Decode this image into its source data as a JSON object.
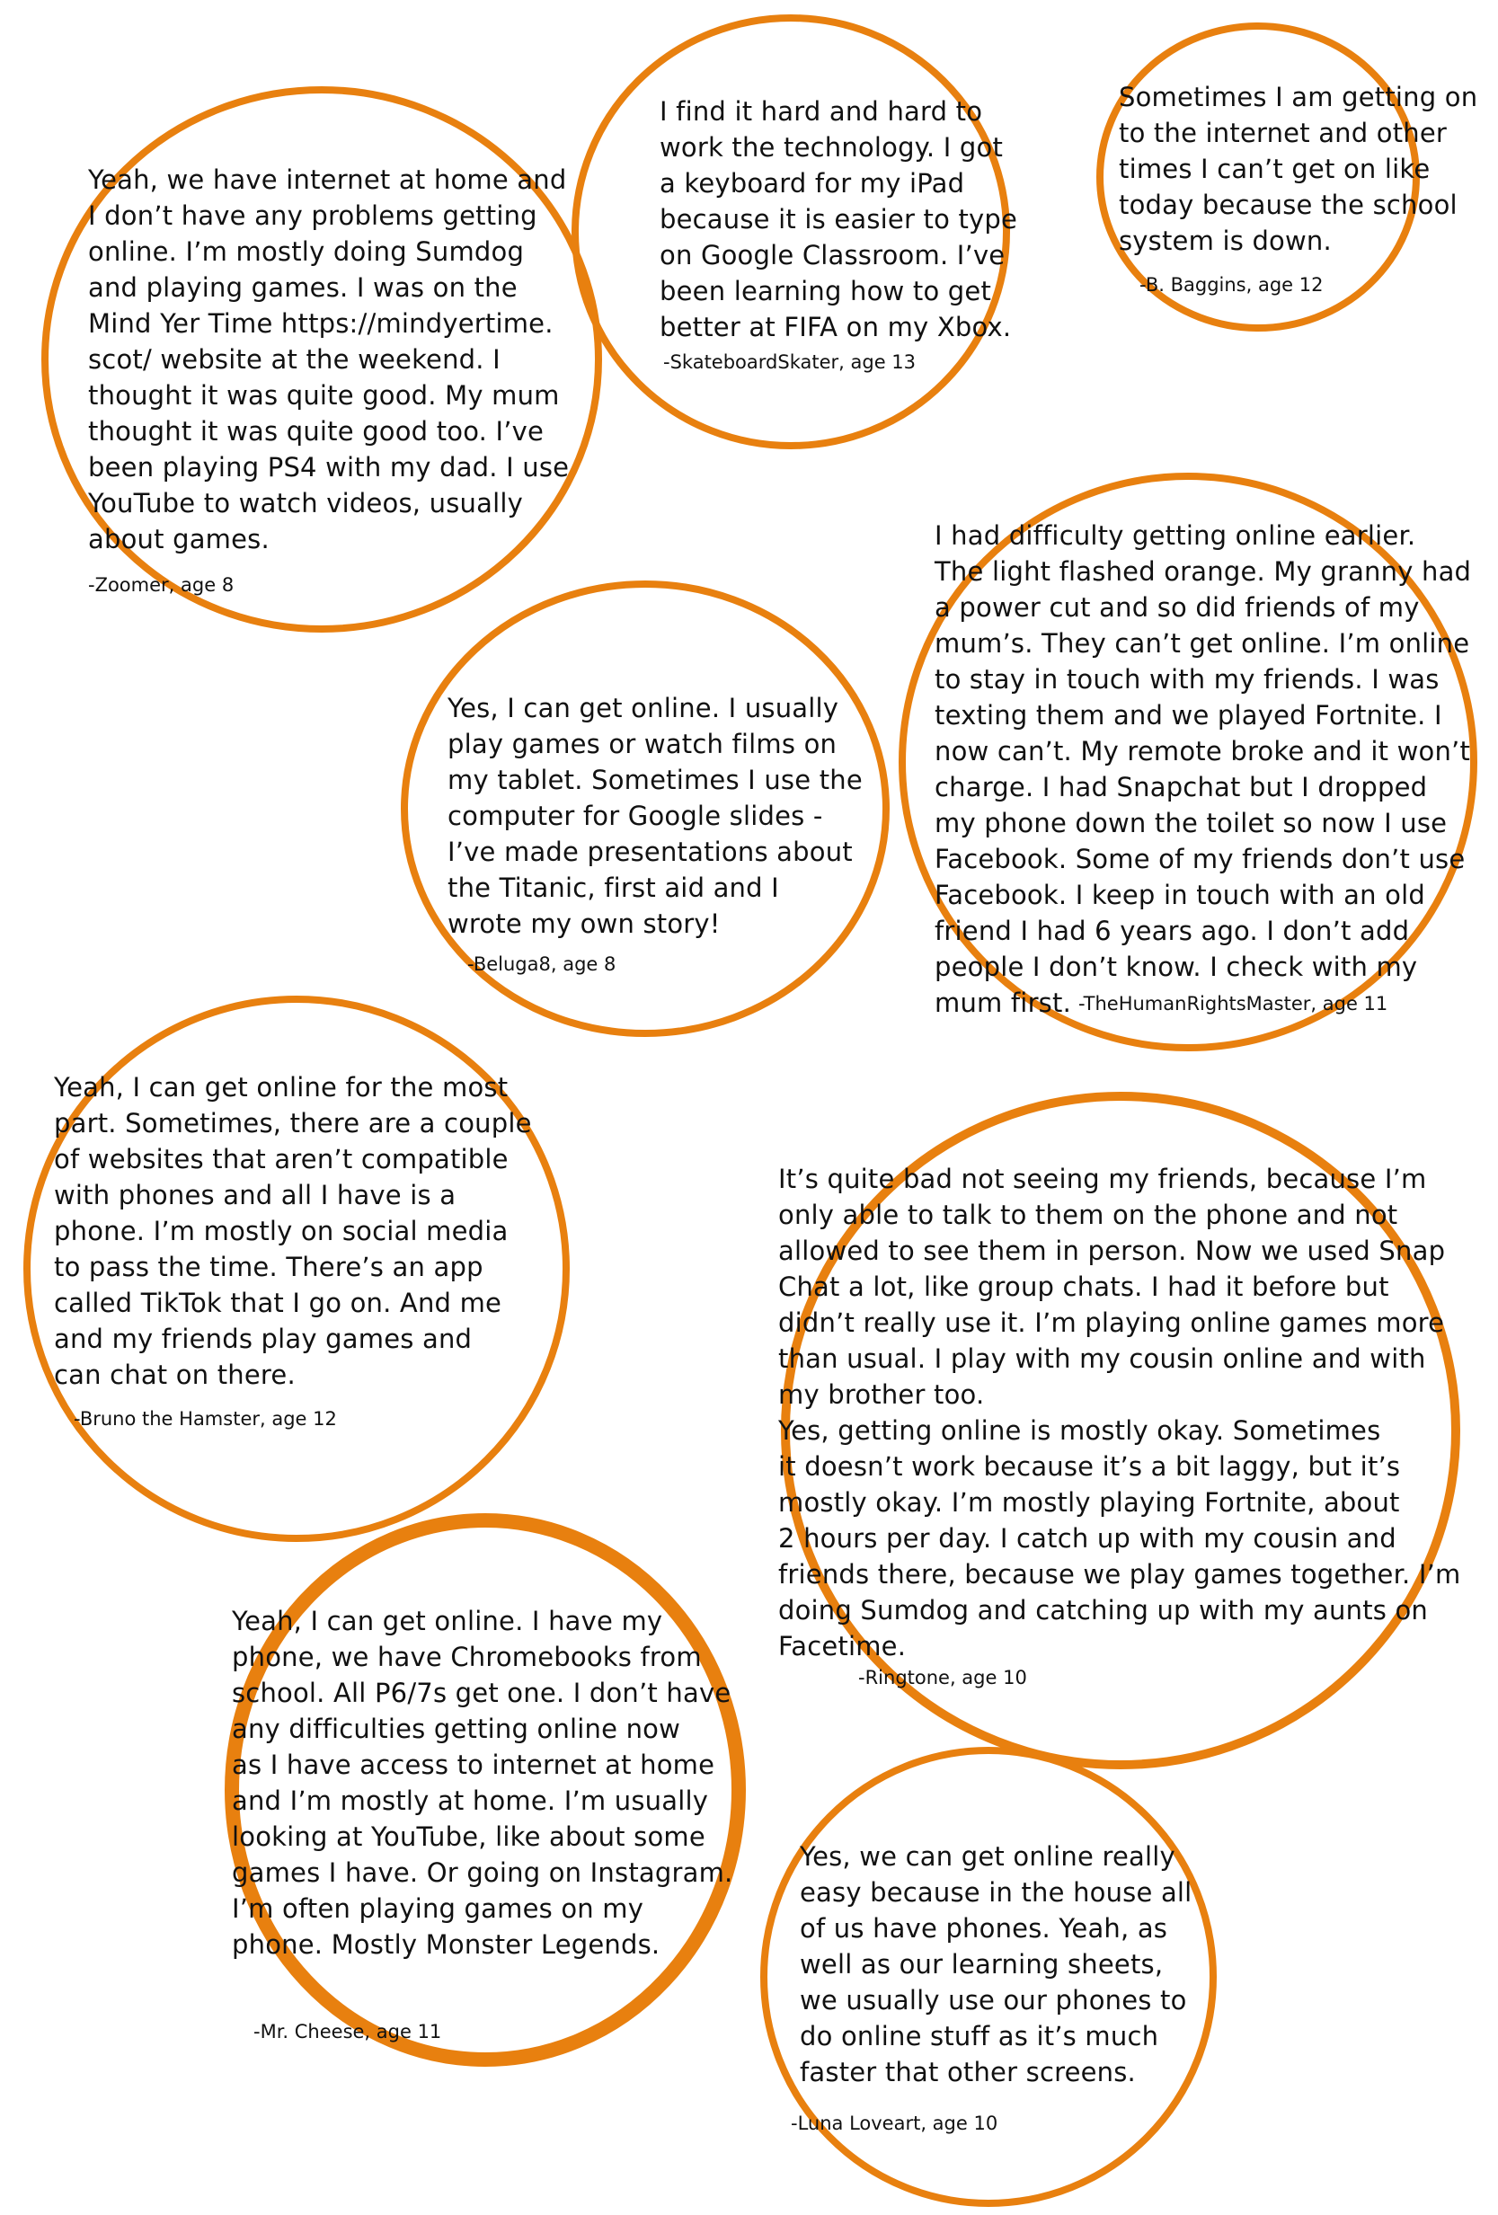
{
  "colors": {
    "ring": "#E8800F",
    "text": "#111111",
    "background": "#FFFFFF"
  },
  "quotes": [
    {
      "text": "Yeah, we have internet at home and\nI don’t have any problems getting\nonline. I’m mostly doing Sumdog\nand playing games. I was on the\nMind Yer Time https://mindyertime.\nscot/ website at the weekend. I\nthought it was quite good. My mum\nthought it was quite good too. I’ve\nbeen playing PS4 with my dad. I use\nYouTube to watch videos, usually\nabout games.",
      "author": "-Zoomer, age 8"
    },
    {
      "text": "I find it hard and hard to\nwork the technology. I got\na keyboard for my iPad\nbecause it is easier to type\non Google Classroom. I’ve\nbeen learning how to get\nbetter at FIFA on my Xbox.",
      "author": "-SkateboardSkater, age 13"
    },
    {
      "text": "Sometimes I am getting on\nto the internet and other\ntimes I can’t get on like\ntoday because the school\nsystem is down.",
      "author": "-B. Baggins, age 12"
    },
    {
      "text": "I had difficulty getting online earlier.\nThe light flashed orange. My granny had\na power cut and so did friends of my\nmum’s. They can’t get online. I’m online\nto stay in touch with my friends. I was\ntexting them and we played Fortnite. I\nnow can’t. My remote broke and it won’t\ncharge. I had Snapchat but I dropped\nmy phone down the toilet so now I use\nFacebook. Some of my friends don’t use\nFacebook. I keep in touch with an old\nfriend I had 6 years ago. I don’t add\npeople I don’t know. I check with my\nmum first.",
      "author": "-TheHumanRightsMaster, age 11"
    },
    {
      "text": "Yes, I can get online. I usually\nplay games or watch films on\nmy tablet. Sometimes I use the\ncomputer for Google slides -\nI’ve made presentations about\nthe Titanic, first aid and I\nwrote my own story!",
      "author": "-Beluga8, age 8"
    },
    {
      "text": "Yeah, I can get online for the most\npart. Sometimes, there are a couple\nof websites that aren’t compatible\nwith phones and all I have is a\nphone. I’m mostly on social media\nto pass the time. There’s an app\ncalled TikTok that I go on. And me\nand my friends play games and\ncan chat on there.",
      "author": "-Bruno the Hamster, age 12"
    },
    {
      "text": "It’s quite bad not seeing my friends, because I’m\nonly able to talk to them on the phone and not\nallowed to see them in person. Now we used Snap\nChat a lot, like group chats. I had it before but\ndidn’t really use it. I’m playing online games more\nthan usual. I play with my cousin online and with\nmy brother too.\nYes, getting online is mostly okay. Sometimes\nit doesn’t work because it’s a bit laggy, but it’s\nmostly okay. I’m mostly playing Fortnite, about\n2 hours per day. I catch up with my cousin and\nfriends there, because we play games together. I’m\ndoing Sumdog and catching up with my aunts on\nFacetime.",
      "author": "-Ringtone, age 10"
    },
    {
      "text": "Yeah, I can get online. I have my\nphone, we have Chromebooks from\nschool. All P6/7s get one. I don’t have\nany difficulties getting online now\nas I have access to internet at home\nand I’m mostly at home. I’m usually\nlooking at YouTube, like about some\ngames I have. Or going on Instagram.\nI’m often playing games on my\nphone. Mostly Monster Legends.",
      "author": "-Mr. Cheese, age 11"
    },
    {
      "text": "Yes, we can get online really\neasy because in the house all\nof us have phones. Yeah, as\nwell as our learning sheets,\nwe usually use our phones to\ndo online stuff as it’s much\nfaster that other screens.",
      "author": "-Luna Loveart, age 10"
    }
  ]
}
